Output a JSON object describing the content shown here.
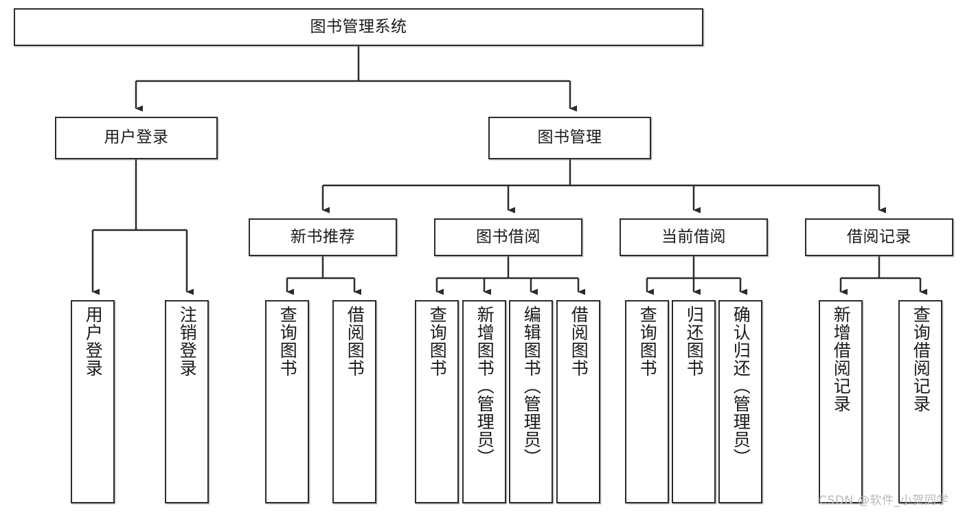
{
  "diagram": {
    "title": "图书管理系统",
    "type": "tree",
    "orientation": "top-down",
    "line_color": "#2b2b2b",
    "box_border_color": "#2b2b2b",
    "box_fill_color": "#ffffff",
    "text_color": "#1a1a1a",
    "nodes": {
      "root": {
        "label": "图书管理系统",
        "level": 0
      },
      "level1": [
        {
          "id": "user-login",
          "label": "用户登录",
          "level": 1
        },
        {
          "id": "book-management",
          "label": "图书管理",
          "level": 1
        }
      ],
      "level2": [
        {
          "id": "new-book-recommend",
          "label": "新书推荐",
          "level": 2,
          "parent": "book-management"
        },
        {
          "id": "book-borrow",
          "label": "图书借阅",
          "level": 2,
          "parent": "book-management"
        },
        {
          "id": "current-borrow",
          "label": "当前借阅",
          "level": 2,
          "parent": "book-management"
        },
        {
          "id": "borrow-record",
          "label": "借阅记录",
          "level": 2,
          "parent": "book-management"
        }
      ],
      "leaves": [
        {
          "id": "leaf-user-login",
          "label": "用户登录",
          "parent": "user-login"
        },
        {
          "id": "leaf-logout-login",
          "label": "注销登录",
          "parent": "user-login"
        },
        {
          "id": "leaf-query-book-rec",
          "label": "查询图书",
          "parent": "new-book-recommend"
        },
        {
          "id": "leaf-borrow-book-rec",
          "label": "借阅图书",
          "parent": "new-book-recommend"
        },
        {
          "id": "leaf-query-book-borrow",
          "label": "查询图书",
          "parent": "book-borrow"
        },
        {
          "id": "leaf-add-book-admin",
          "label": "新增图书（管理员）",
          "parent": "book-borrow"
        },
        {
          "id": "leaf-edit-book-admin",
          "label": "编辑图书（管理员）",
          "parent": "book-borrow"
        },
        {
          "id": "leaf-borrow-book",
          "label": "借阅图书",
          "parent": "book-borrow"
        },
        {
          "id": "leaf-query-book-current",
          "label": "查询图书",
          "parent": "current-borrow"
        },
        {
          "id": "leaf-return-book",
          "label": "归还图书",
          "parent": "current-borrow"
        },
        {
          "id": "leaf-confirm-return-admin",
          "label": "确认归还（管理员）",
          "parent": "current-borrow"
        },
        {
          "id": "leaf-add-borrow-record",
          "label": "新增借阅记录",
          "parent": "borrow-record"
        },
        {
          "id": "leaf-query-borrow-record",
          "label": "查询借阅记录",
          "parent": "borrow-record"
        }
      ]
    }
  },
  "watermark": {
    "text": "CSDN @软件_小贺同学"
  }
}
